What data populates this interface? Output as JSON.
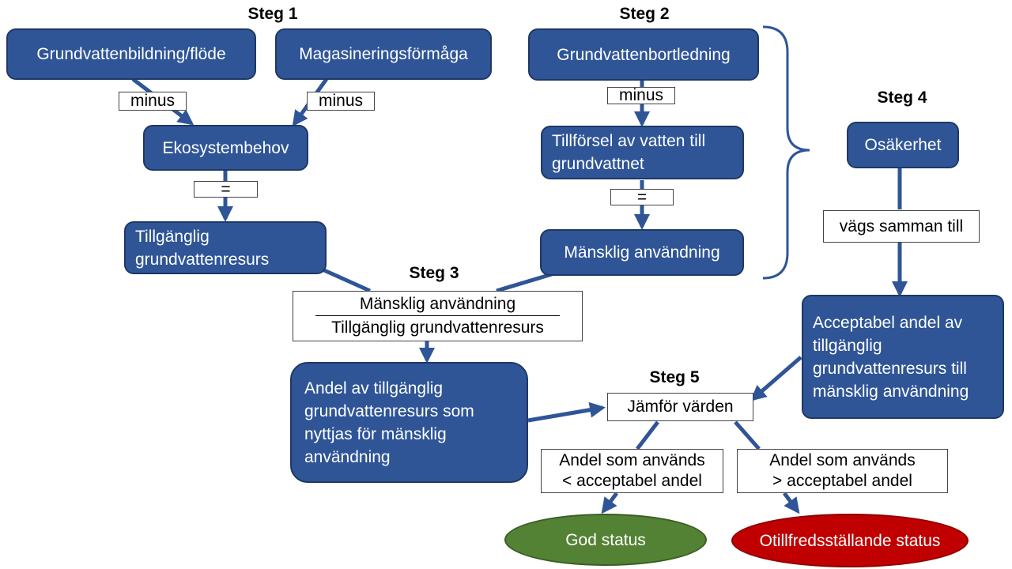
{
  "steps": {
    "step1": "Steg 1",
    "step2": "Steg 2",
    "step3": "Steg 3",
    "step4": "Steg 4",
    "step5": "Steg 5"
  },
  "boxes": {
    "grundvattenbildning": "Grundvattenbildning/flöde",
    "magasinering": "Magasineringsförmåga",
    "ekosystembehov": "Ekosystembehov",
    "tillganglig_resurs": "Tillgänglig grundvattenresurs",
    "bortledning": "Grundvattenbortledning",
    "tillforsel": "Tillförsel av vatten till grundvattnet",
    "mansklig_anvandning": "Mänsklig användning",
    "osakerhet": "Osäkerhet",
    "acceptabel_andel": "Acceptabel andel av tillgänglig grundvattenresurs till mänsklig användning",
    "andel_nyttjas": "Andel av tillgänglig grundvattenresurs som nyttjas för mänsklig användning"
  },
  "labels": {
    "minus_left": "minus",
    "minus_right": "minus",
    "equals_step1": "=",
    "minus_step2": "minus",
    "equals_step2": "=",
    "vags_samman": "vägs samman till",
    "jamfor": "Jämför värden",
    "lower_cond_line1": "Andel som används",
    "lower_cond_line2": "< acceptabel andel",
    "higher_cond_line1": "Andel som används",
    "higher_cond_line2": "> acceptabel andel"
  },
  "ratio": {
    "numerator": "Mänsklig användning",
    "denominator": "Tillgänglig grundvattenresurs"
  },
  "outcomes": {
    "good": "God status",
    "bad": "Otillfredsställande status"
  },
  "colors": {
    "box_fill": "#2f5597",
    "arrow": "#2f5597",
    "good": "#548235",
    "bad": "#c00000"
  }
}
